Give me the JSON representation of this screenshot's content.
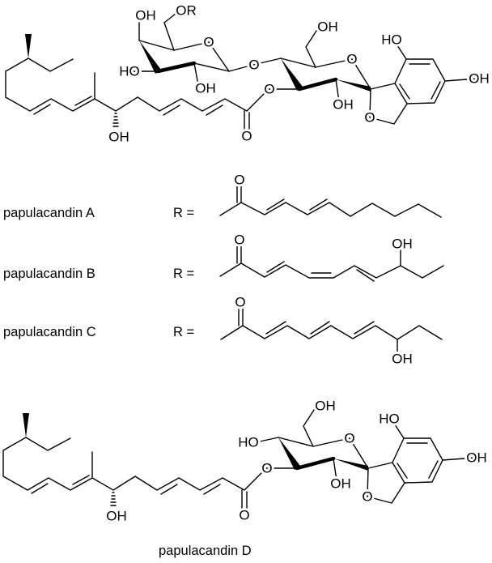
{
  "compounds": {
    "a": {
      "name": "papulacandin A",
      "r_label": "R ="
    },
    "b": {
      "name": "papulacandin B",
      "r_label": "R ="
    },
    "c": {
      "name": "papulacandin C",
      "r_label": "R ="
    },
    "d": {
      "name": "papulacandin D"
    }
  },
  "atoms": {
    "OH": "OH",
    "HO": "HO",
    "O": "O",
    "OR": "OR"
  }
}
